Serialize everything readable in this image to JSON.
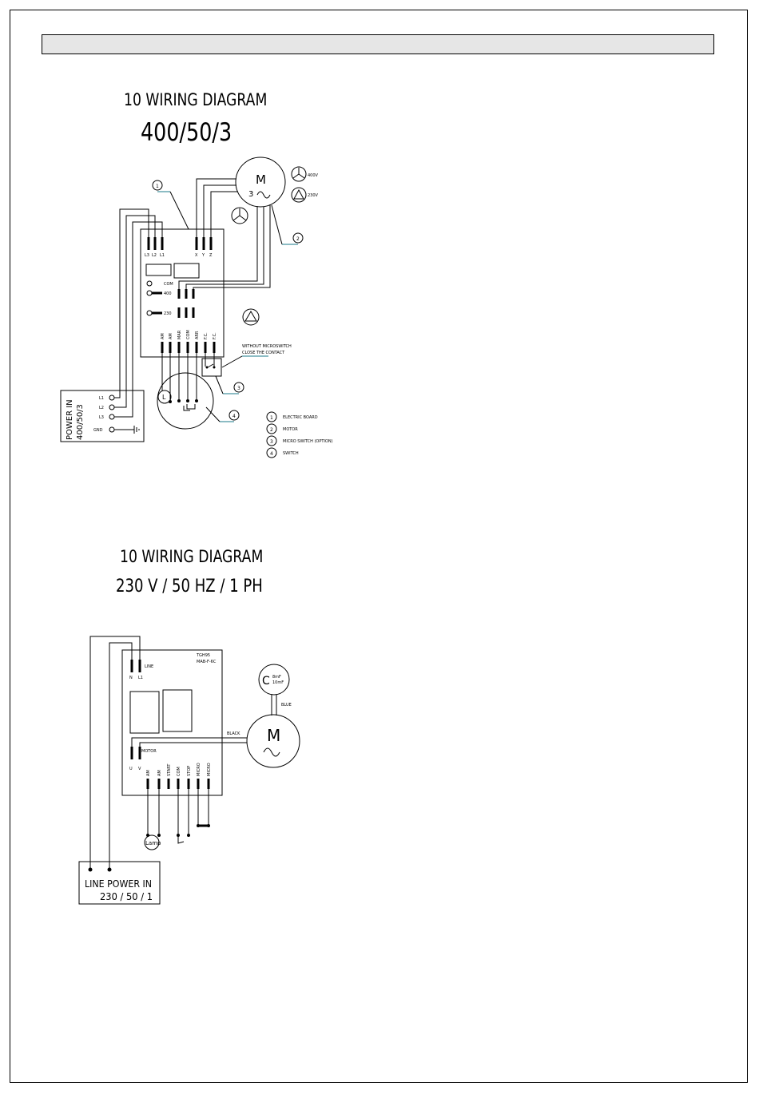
{
  "diagram1": {
    "title": "10 WIRING DIAGRAM",
    "subtitle": "400/50/3",
    "motor_letter": "M",
    "motor_phase": "3",
    "voltage_star": "400V",
    "voltage_delta": "230V",
    "terminals_top_left": [
      "L3",
      "L2",
      "L1"
    ],
    "terminals_top_right": [
      "X",
      "Y",
      "Z"
    ],
    "board_labels": [
      "COM",
      "400",
      "230"
    ],
    "bottom_terminals": [
      "AM",
      "AM",
      "MAR",
      "COM",
      "ARR",
      "F.C.",
      "F.C."
    ],
    "microswitch_note_line1": "WITHOUT MICROSWITCH",
    "microswitch_note_line2": "CLOSE THE CONTACT",
    "switch_lamp": "L",
    "power_in_label_line1": "POWER IN",
    "power_in_label_line2": "400/50/3",
    "power_terminals": [
      "L1",
      "L2",
      "L3",
      "GND"
    ],
    "callouts": [
      "1",
      "2",
      "3",
      "4"
    ],
    "legend": [
      {
        "num": "1",
        "text": "ELECTRIC BOARD"
      },
      {
        "num": "2",
        "text": "MOTOR"
      },
      {
        "num": "3",
        "text": "MICRO SWITCH (OPTION)"
      },
      {
        "num": "4",
        "text": "SWITCH"
      }
    ]
  },
  "diagram2": {
    "title": "10 WIRING DIAGRAM",
    "subtitle": "230 V  /  50 HZ / 1 PH",
    "board_model_line1": "TGH95",
    "board_model_line2": "MAB-F-6C",
    "line_label": "LINE",
    "line_terminals": [
      "N",
      "L1"
    ],
    "motor_label": "MOTOR",
    "motor_terminals": [
      "U",
      "V"
    ],
    "capacitor_letter": "C",
    "capacitor_values_line1": "8mF",
    "capacitor_values_line2": "10mF",
    "wire_blue": "BLUE",
    "wire_black": "BLACK",
    "motor_letter": "M",
    "bottom_terminals": [
      "AM",
      "AM",
      "START",
      "COM",
      "STOP",
      "MICRO",
      "MICRO"
    ],
    "lamp": "Lamp",
    "power_label_line1": "LINE POWER   IN",
    "power_label_line2": "230 / 50   / 1"
  }
}
